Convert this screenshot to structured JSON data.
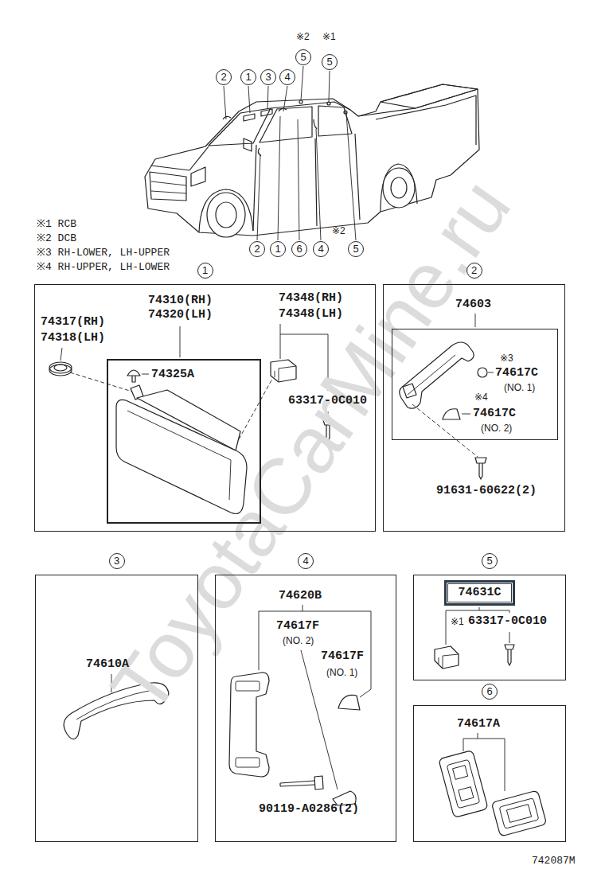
{
  "diagram": {
    "nodes": [
      {
        "text": [
          "1"
        ]
      },
      {
        "text": [
          "74310(RH) 74320(LH)"
        ],
        "in": 0
      },
      {
        "text": [
          "2"
        ]
      },
      {
        "text": [
          "74603"
        ],
        "in": 2
      },
      {
        "text": [
          "3"
        ]
      },
      {
        "text": [
          "4"
        ]
      },
      {
        "text": [
          "5"
        ]
      },
      {
        "text": [
          "74631C"
        ],
        "in": 6
      },
      {
        "text": [
          "6"
        ]
      }
    ],
    "labels": [
      "ToyotaCarMine.ru",
      "※2",
      "※1",
      "5",
      "5",
      "2",
      "1",
      "3",
      "4",
      "※2",
      "2",
      "1",
      "6",
      "4",
      "5",
      "※1 RCB",
      "※2 DCB",
      "※3 RH-LOWER, LH-UPPER",
      "※4 RH-UPPER, LH-LOWER",
      "74317(RH)",
      "74318(LH)",
      "74325A",
      "74348(RH)",
      "74348(LH)",
      "63317-0C010",
      "※3",
      "74617C",
      "(NO. 1)",
      "※4",
      "74617C",
      "(NO. 2)",
      "91631-60622(2)",
      "74610A",
      "74620B",
      "74617F",
      "(NO. 2)",
      "74617F",
      "(NO. 1)",
      "90119-A0286(2)",
      "※1",
      "63317-0C010",
      "74617A",
      "742087M"
    ]
  }
}
